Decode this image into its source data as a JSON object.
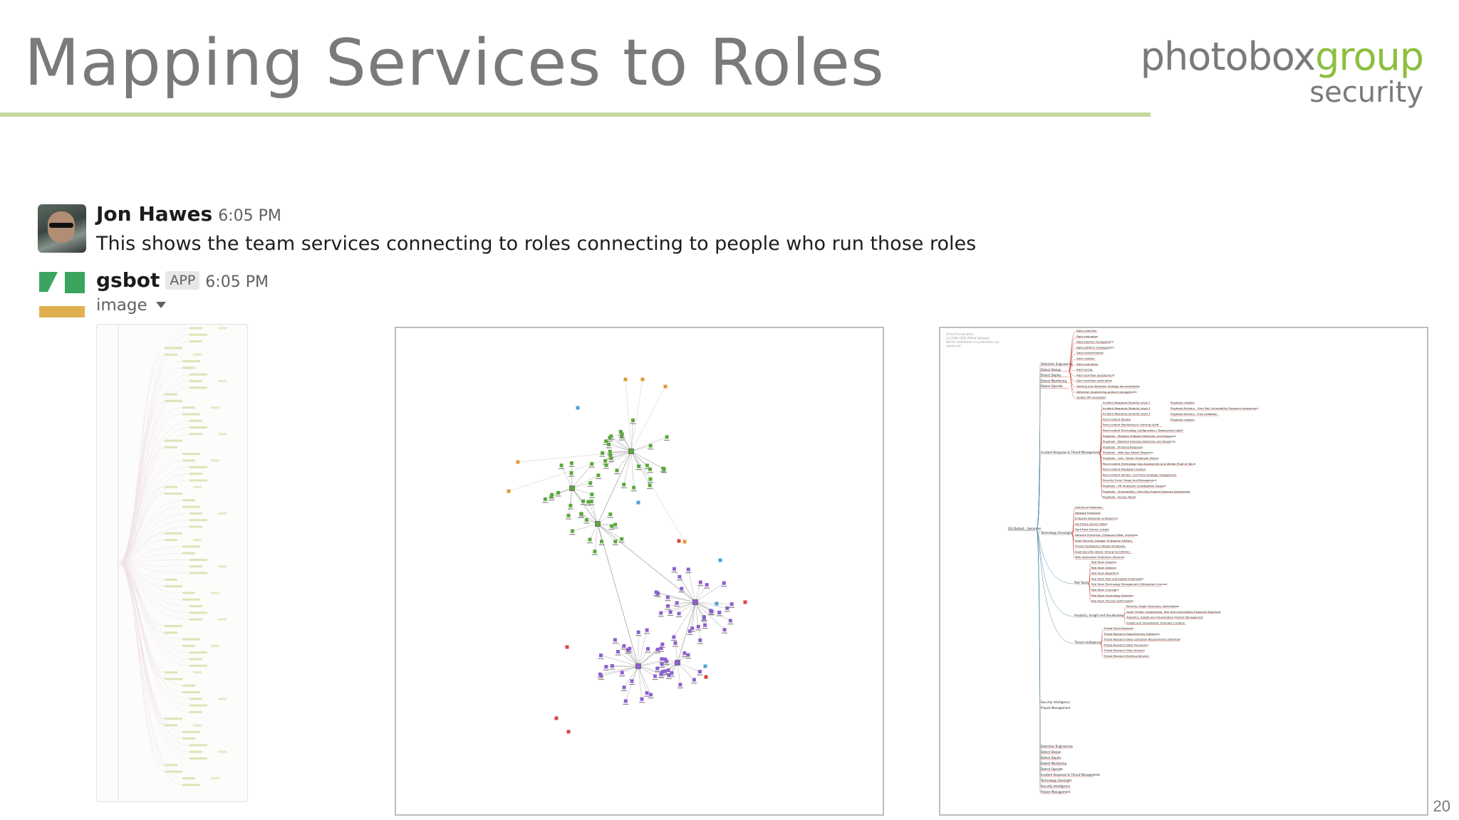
{
  "slide": {
    "title": "Mapping Services to Roles",
    "logo_part1": "photobox",
    "logo_part2": "group",
    "logo_line2": "security",
    "page_number": "20"
  },
  "messages": [
    {
      "author": "Jon Hawes",
      "time": "6:05 PM",
      "text": "This shows the team services connecting to roles connecting to people who run those roles"
    },
    {
      "author": "gsbot",
      "badge": "APP",
      "time": "6:05 PM",
      "attachment_label": "image"
    }
  ],
  "tree": {
    "root": "GS Detect - Services",
    "watermark": [
      "Xmind 8 evaluation",
      "(c) 2006-2018 XMind Software",
      "Not for distribution or production use",
      "xmind.net"
    ],
    "groups": [
      {
        "label": "Detection Engineering",
        "leaves": [
          "Data collection",
          "Data evaluation",
          "Data pipeline management",
          "Data platform management",
          "Data transformation",
          "Alert creation",
          "Alert evaluation",
          "Alert tuning",
          "Alert workflow development",
          "Alert workflow automation",
          "Alerting and detection strategy documentation",
          "Detection engineering product management",
          "Vendor API evaluation"
        ]
      },
      {
        "label": "Incident Response & Threat Management",
        "leaves": [
          "Incident Response Severity Level 1",
          "Incident Response Severity Level 2",
          "Incident Response Severity Level 3",
          "Post Incident Review",
          "Post Incident Monitoring or Alerting Uplift",
          "Post Incident Technology Configuration / Deployment Uplift",
          "Playbook - Malware Endpoint Detection and Response",
          "Playbook - Network Anomaly Detection and Response",
          "Playbook - Phishing Response",
          "Playbook - Web App Attack Response",
          "Playbook - Lost / Stolen Employee Device",
          "Post Incident Technology Gap Assessment and Vendor Proof of Value",
          "Post Incident Playbook Creation",
          "Post Incident Vendor / 3rd Party Strategic Engagement",
          "Security Event Triage And Management",
          "Playbook - HR Employee Investigation Support",
          "Playbook - Vulnerability / Zero Day Exploit Exposure Assessment",
          "Playbook - Access Abuse"
        ]
      },
      {
        "label": "Technology Oversight",
        "leaves": [
          "Anti-Virus Protection",
          "Network Protection",
          "Endpoint Detection & Response",
          "DarkTrace Sensor (Web)",
          "DarkTrace Sensor (Large)",
          "Network Protection (Outbound Web: Umbrella)",
          "SaaS Security (Google: Enterprise Edition)",
          "Threat Intelligence (Digital Shadows)",
          "SaaS Security (Slack: Enterprise Edition)",
          "Web Application Protection (Akamai)"
        ]
      },
      {
        "label": "Red Team",
        "leaves": [
          "Red Team Scoping",
          "Red Team Delivery",
          "Red Team Reporting",
          "Red Team Task and Exploit Automation",
          "Red Team Technology Management (Metasploit License)",
          "Red Team Oversight",
          "Red Team Technology Selection",
          "Red Team Process Optimisation"
        ]
      },
      {
        "label": "Analytics, Insight and Visualisation",
        "leaves": [
          "Security Graph Taxonomy Optimisation",
          "Asset Threat, Compromise, Risk and Vulnerability Exposure Reporting",
          "Analytics, Insight and Visualisation Product Management",
          "Insight and Visualisation Template Creation"
        ]
      },
      {
        "label": "Threat Intelligence",
        "leaves": [
          "Threat Trend Research",
          "Threat Research Requirements Gathering",
          "Threat Research Data Collection Requirements Definition",
          "Threat Research Data Processing",
          "Threat Research Data Analysis",
          "Threat Research Briefing Delivery"
        ]
      }
    ],
    "top_roles": [
      "Detection Engineering",
      "Detect Design",
      "Detect Deploy",
      "Detect Monitoring",
      "Detect Operate"
    ],
    "mid_roles": [
      "Security Intelligence",
      "Project Management"
    ],
    "bottom_roles": [
      "Detection Engineering",
      "Detect Design",
      "Detect Deploy",
      "Detect Monitoring",
      "Detect Operate",
      "Incident Response & Threat Management",
      "Technology Oversight",
      "Security Intelligence",
      "Project Management"
    ],
    "sub_leaves": [
      "Playbook creation",
      "Playbook Delivery - Zero Day Vulnerability Exposure Assessment",
      "Playbook Delivery - Risk validation",
      "Playbook creation"
    ]
  },
  "colors": {
    "accent_green": "#8cbf3f",
    "title_gray": "#7a7a7a",
    "rule": "#c8d8a2",
    "tree_link": "#c0392b",
    "tree_root_link": "#5b8fa8",
    "graph_purple": "#8e5fd1",
    "graph_green": "#5aa83a",
    "graph_orange": "#e39a3a",
    "graph_blue": "#4aa3d8",
    "graph_red": "#d9463c"
  }
}
